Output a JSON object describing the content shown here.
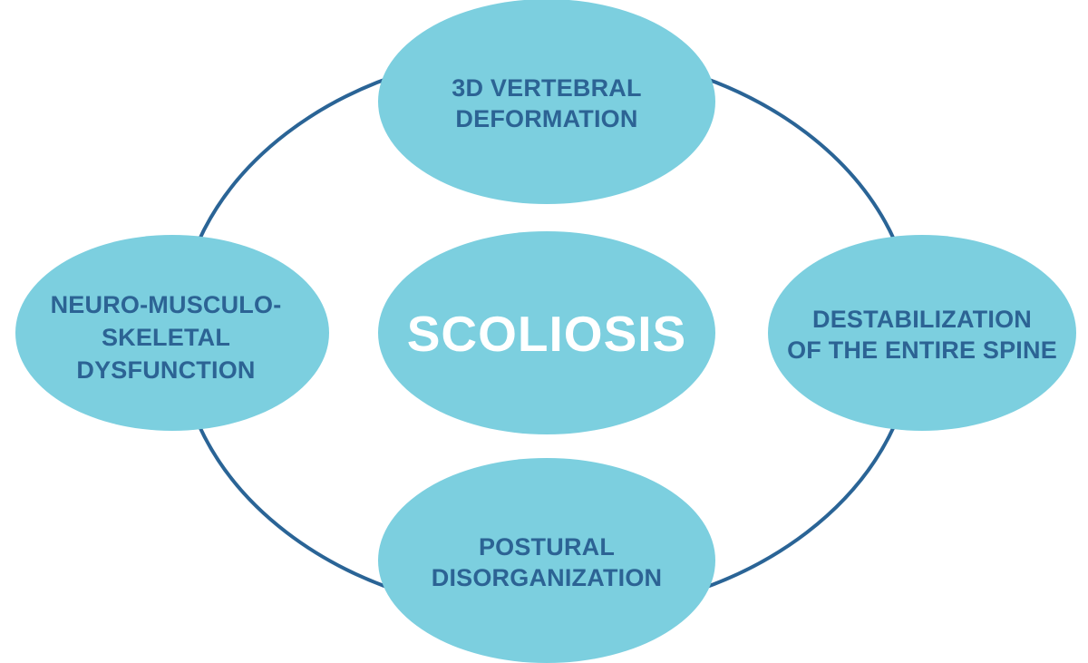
{
  "diagram": {
    "title": "Scoliosis vicious cycle diagram",
    "type": "cycle",
    "colors": {
      "node_fill": "#7ccfdf",
      "node_text": "#2c6394",
      "center_text": "#ffffff",
      "ring_stroke": "#2a6496",
      "background": "#ffffff"
    },
    "center": {
      "id": "scoliosis",
      "label": "SCOLIOSIS",
      "lines": [
        "SCOLIOSIS"
      ]
    },
    "nodes": [
      {
        "id": "vertebral-deformation",
        "position": "top",
        "label": "3D VERTEBRAL DEFORMATION",
        "lines": [
          "3D VERTEBRAL",
          "DEFORMATION"
        ]
      },
      {
        "id": "destabilization",
        "position": "right",
        "label": "DESTABILIZATION OF THE ENTIRE SPINE",
        "lines": [
          "DESTABILIZATION",
          "OF THE ENTIRE SPINE"
        ]
      },
      {
        "id": "postural-disorganization",
        "position": "bottom",
        "label": "POSTURAL DISORGANIZATION",
        "lines": [
          "POSTURAL",
          "DISORGANIZATION"
        ]
      },
      {
        "id": "neuro-musculo-skeletal-dysfunction",
        "position": "left",
        "label": "NEURO-MUSCULO-SKELETAL DYSFUNCTION",
        "lines": [
          "NEURO-MUSCULO-",
          "SKELETAL",
          "DYSFUNCTION"
        ]
      }
    ]
  }
}
